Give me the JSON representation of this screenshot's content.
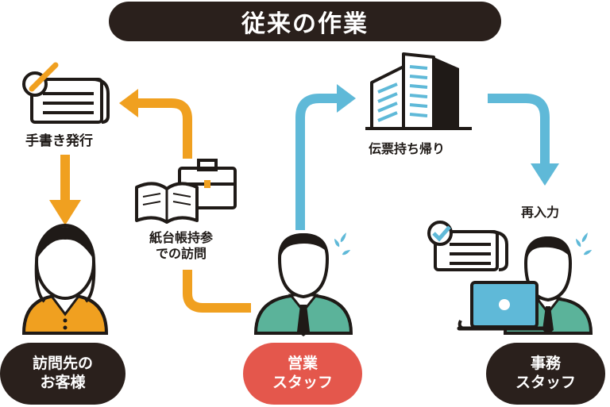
{
  "title": "従来の作業",
  "colors": {
    "dark": "#2a201c",
    "orange": "#f0a020",
    "blue": "#5fb9d8",
    "red": "#e4574c",
    "green": "#5bb39a",
    "skin": "#ffffff"
  },
  "labels": {
    "handwritten_issue": "手書き発行",
    "paper_ledger_line1": "紙台帳持参",
    "paper_ledger_line2": "での訪問",
    "carry_back_slips": "伝票持ち帰り",
    "reenter": "再入力"
  },
  "nodes": {
    "customer": {
      "line1": "訪問先の",
      "line2": "お客様"
    },
    "sales": {
      "line1": "営業",
      "line2": "スタッフ"
    },
    "office": {
      "line1": "事務",
      "line2": "スタッフ"
    }
  },
  "icons": {
    "handwritten_doc": "pen-document-icon",
    "book": "open-book-icon",
    "briefcase": "briefcase-icon",
    "building": "office-building-icon",
    "checked_doc": "checked-document-icon",
    "laptop": "laptop-icon",
    "sweat": "sweat-drops-icon"
  }
}
